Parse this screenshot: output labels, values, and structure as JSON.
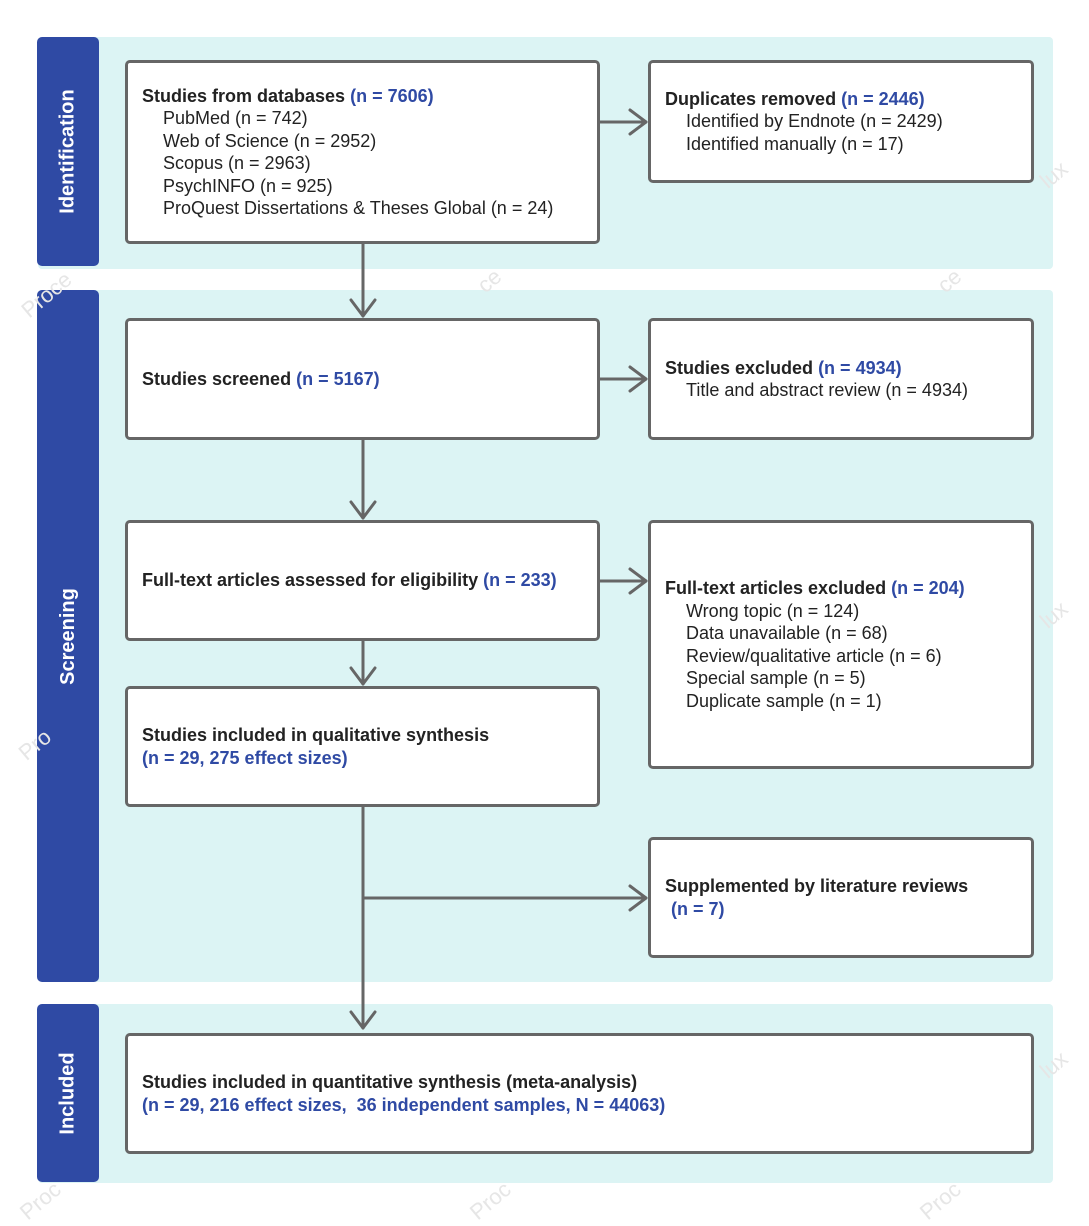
{
  "colors": {
    "phase_bar": "#2f4aa4",
    "band": "#dcf4f4",
    "box_border": "#666666",
    "count_text": "#2f4aa4",
    "arrow": "#666666"
  },
  "phases": {
    "identification": "Identification",
    "screening": "Screening",
    "included": "Included"
  },
  "boxes": {
    "databases": {
      "title": "Studies from databases",
      "count": "(n = 7606)",
      "items": [
        "PubMed (n = 742)",
        "Web of Science (n = 2952)",
        "Scopus (n = 2963)",
        "PsychINFO (n = 925)",
        "ProQuest Dissertations & Theses Global (n = 24)"
      ]
    },
    "duplicates": {
      "title": "Duplicates removed",
      "count": "(n = 2446)",
      "items": [
        "Identified by Endnote (n = 2429)",
        "Identified manually (n = 17)"
      ]
    },
    "screened": {
      "title": "Studies screened",
      "count": "(n = 5167)"
    },
    "excluded": {
      "title": "Studies excluded",
      "count": "(n = 4934)",
      "items": [
        "Title and abstract review (n = 4934)"
      ]
    },
    "fulltext": {
      "title": "Full-text articles assessed for eligibility",
      "count": "(n = 233)"
    },
    "fulltext_excluded": {
      "title": "Full-text articles excluded",
      "count": "(n = 204)",
      "items": [
        "Wrong topic (n = 124)",
        "Data unavailable (n = 68)",
        "Review/qualitative article (n = 6)",
        "Special sample (n = 5)",
        "Duplicate sample (n = 1)"
      ]
    },
    "qualitative": {
      "title": "Studies included in qualitative synthesis",
      "count": "(n = 29, 275 effect sizes)"
    },
    "supplemented": {
      "title": "Supplemented by literature reviews",
      "count": "(n = 7)"
    },
    "quantitative": {
      "title": "Studies included in quantitative synthesis (meta-analysis)",
      "count": "(n = 29, 216 effect sizes,  36 independent samples, N = 44063)"
    }
  }
}
